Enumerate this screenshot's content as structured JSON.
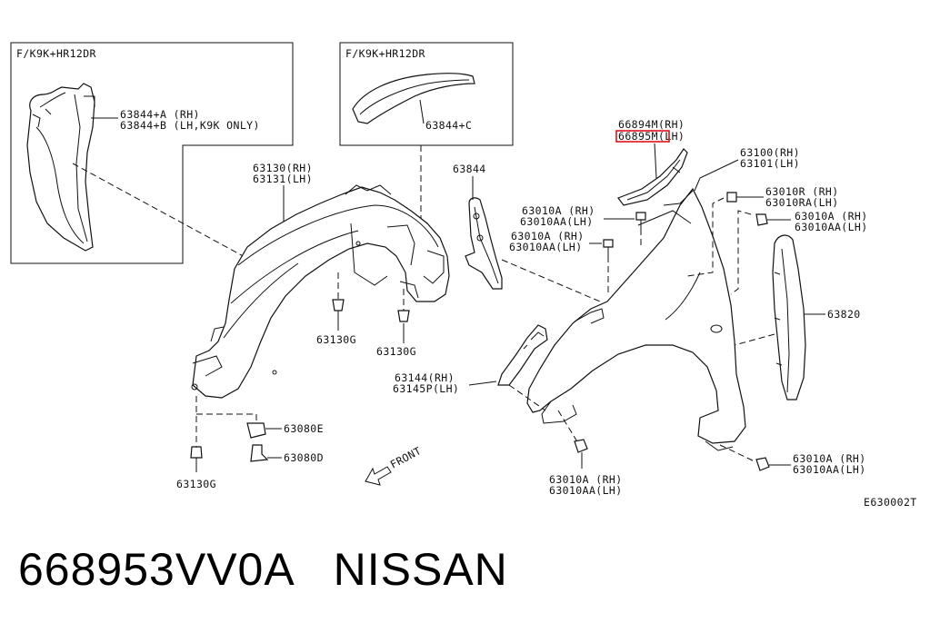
{
  "insets": [
    {
      "code": "F/K9K+HR12DR",
      "parts": [
        "63844+A (RH)",
        "63844+B (LH,K9K ONLY)"
      ]
    },
    {
      "code": "F/K9K+HR12DR",
      "parts": [
        "63844+C"
      ]
    }
  ],
  "callouts": {
    "c66894": [
      "66894M(RH)",
      "66895M(LH)"
    ],
    "c63100": [
      "63100(RH)",
      "63101(LH)"
    ],
    "c63844": [
      "63844"
    ],
    "c63130": [
      "63130(RH)",
      "63131(LH)"
    ],
    "c63010_top": [
      "63010A (RH)",
      "63010AA(LH)"
    ],
    "c63010_mid": [
      "63010A (RH)",
      "63010AA(LH)"
    ],
    "c63010r": [
      "63010R (RH)",
      "63010RA(LH)"
    ],
    "c63010_right": [
      "63010A (RH)",
      "63010AA(LH)"
    ],
    "c63820": [
      "63820"
    ],
    "c63130g_center": [
      "63130G"
    ],
    "c63130g_right": [
      "63130G"
    ],
    "c63144": [
      "63144(RH)",
      "63145P(LH)"
    ],
    "c63080e": [
      "63080E"
    ],
    "c63080d": [
      "63080D"
    ],
    "c63130g_bottom": [
      "63130G"
    ],
    "c63010_bottom": [
      "63010A (RH)",
      "63010AA(LH)"
    ],
    "c63010_lower_right": [
      "63010A (RH)",
      "63010AA(LH)"
    ],
    "front": [
      "FRONT"
    ],
    "figure_code": [
      "E630002T"
    ]
  },
  "highlight": {
    "color": "#e0101a",
    "label": "66895M"
  },
  "footer": {
    "title": "668953VV0A   NISSAN"
  }
}
